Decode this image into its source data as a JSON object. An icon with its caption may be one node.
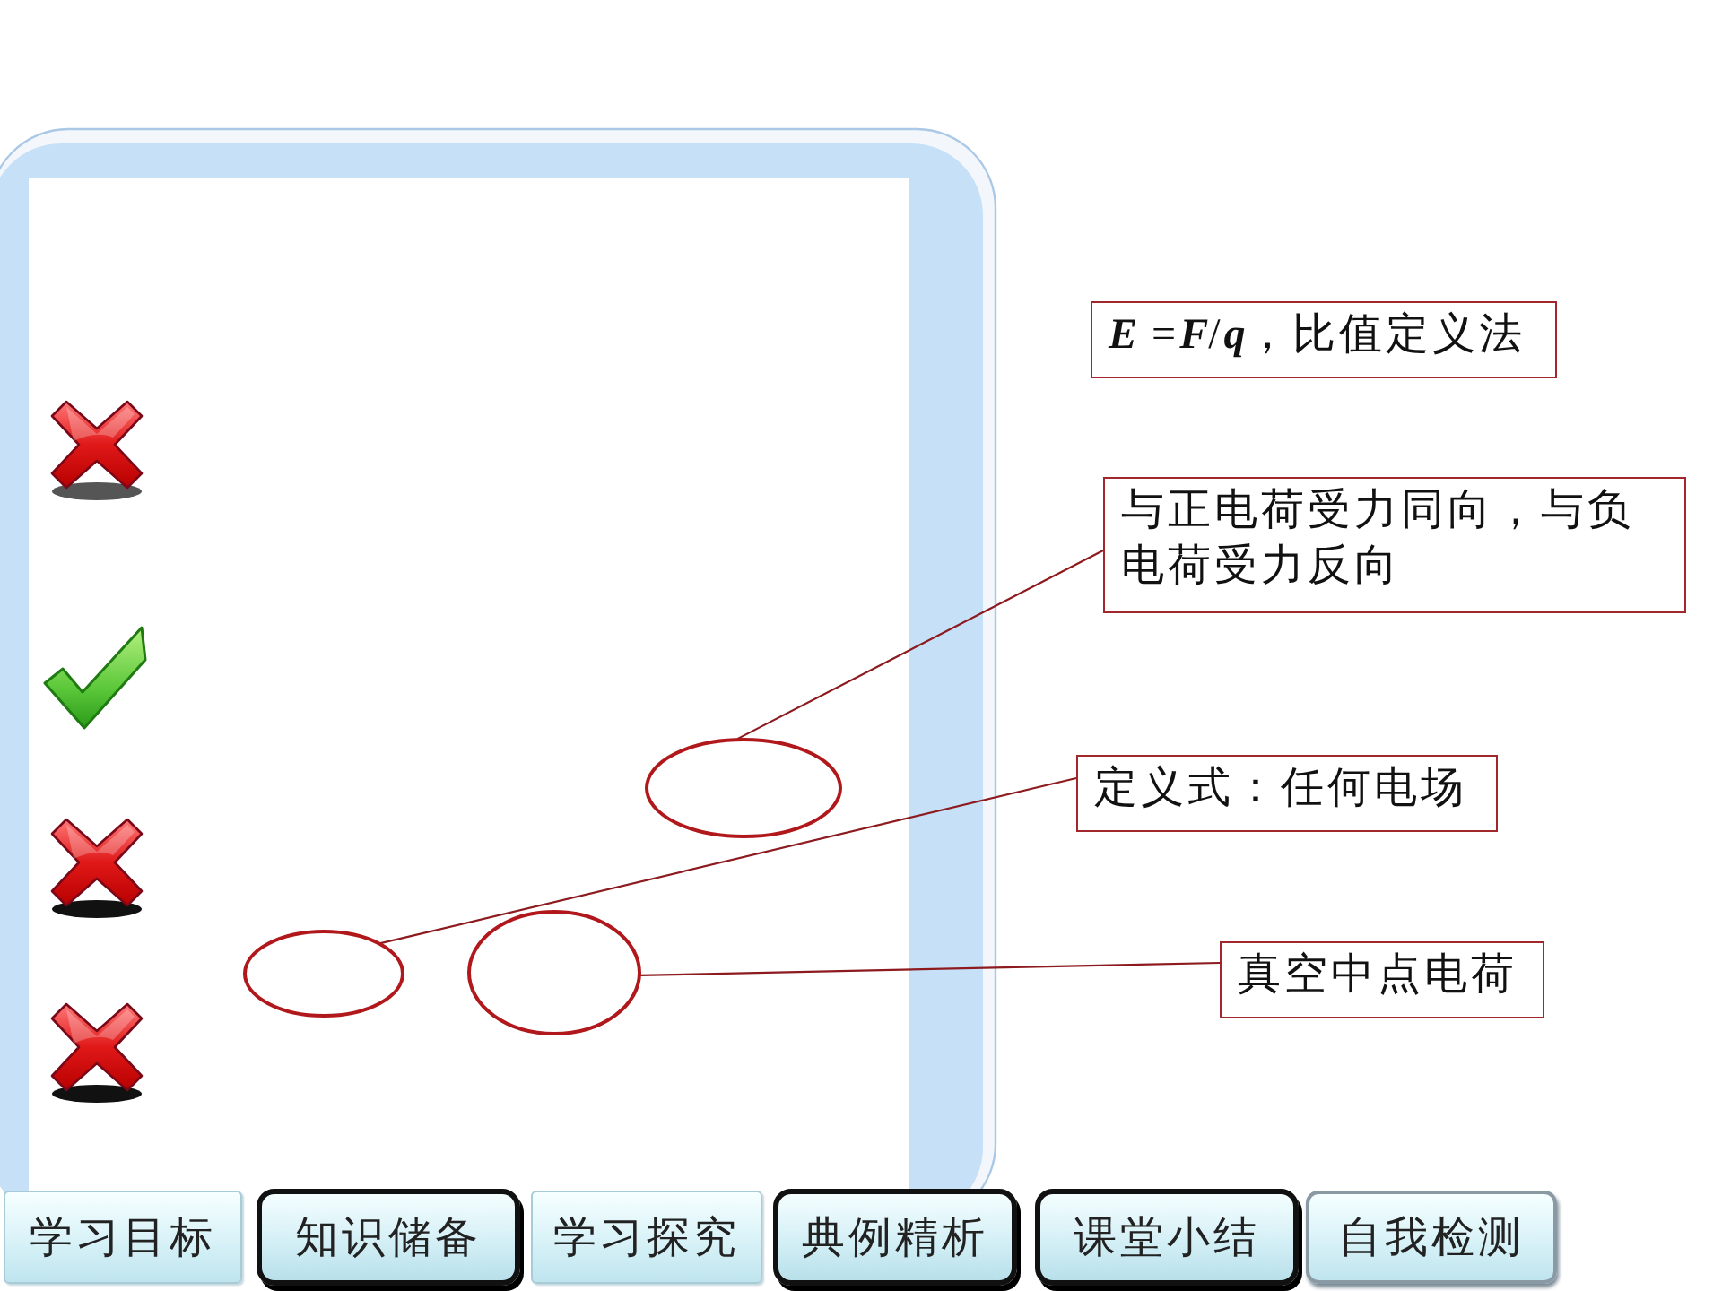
{
  "diagram": {
    "nodes": [
      {
        "text": [
          "**E** =**F**/**q**，比值定义法"
        ]
      },
      {
        "text": [
          "与正电荷受力同向，与负电荷受力反向"
        ]
      },
      {
        "text": [],
        "shape": "ellipse"
      },
      {
        "text": [
          "定义式：任何电场"
        ]
      },
      {
        "text": [],
        "shape": "ellipse"
      },
      {
        "text": [],
        "shape": "ellipse"
      },
      {
        "text": [
          "真空中点电荷"
        ]
      }
    ],
    "edges": [
      {
        "from": 1,
        "to": 2,
        "arrow": "none"
      },
      {
        "from": 3,
        "to": 4,
        "arrow": "none"
      },
      {
        "from": 6,
        "to": 5,
        "arrow": "none"
      }
    ],
    "labels": [
      "学习目标",
      "知识储备",
      "学习探究",
      "典例精析",
      "课堂小结",
      "自我检测"
    ]
  }
}
